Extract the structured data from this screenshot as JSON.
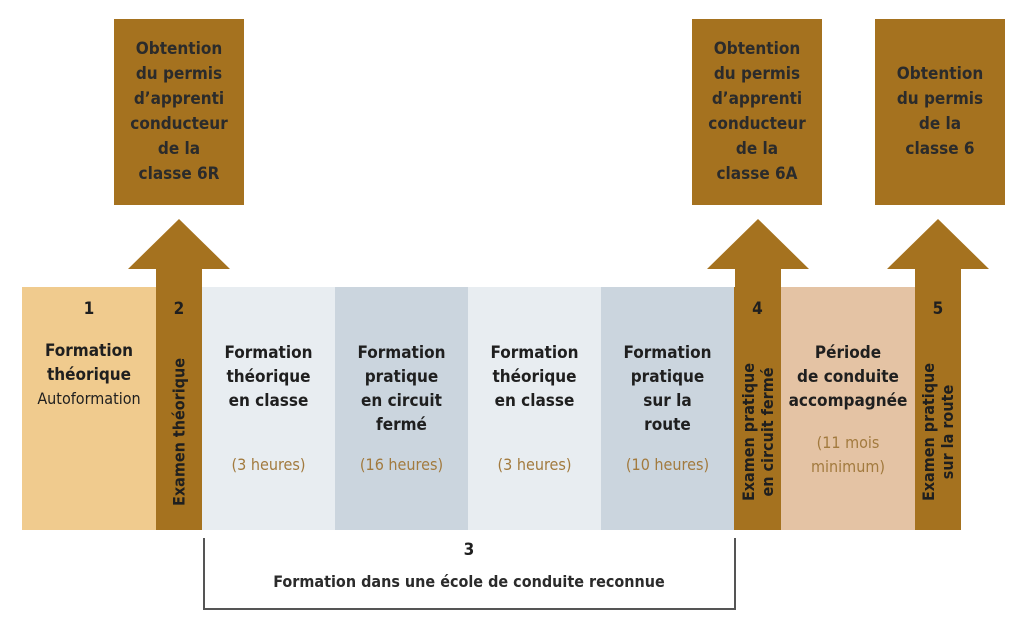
{
  "outcomes": {
    "o1": "Obtention\ndu permis\nd’apprenti\nconducteur\nde la\nclasse 6R",
    "o2": "Obtention\ndu permis\nd’apprenti\nconducteur\nde la\nclasse 6A",
    "o3": "Obtention\ndu permis\nde la\nclasse 6"
  },
  "steps": {
    "s1": {
      "number": "1",
      "title": "Formation\nthéorique",
      "subtitle": "Autoformation"
    },
    "s2": {
      "number": "2",
      "label": "Examen théorique"
    },
    "s4": {
      "number": "4",
      "label": "Examen pratique\nen circuit fermé"
    },
    "s5": {
      "number": "5",
      "label": "Examen pratique\nsur la route"
    },
    "p": {
      "title": "Période\nde conduite\naccompagnée",
      "duration": "(11 mois\nminimum)"
    }
  },
  "school": {
    "number": "3",
    "label": "Formation dans une école de conduite reconnue",
    "segments": [
      {
        "title": "Formation\nthéorique\nen classe",
        "duration": "(3 heures)"
      },
      {
        "title": "Formation\npratique\nen circuit\nfermé",
        "duration": "(16 heures)"
      },
      {
        "title": "Formation\nthéorique\nen classe",
        "duration": "(3 heures)"
      },
      {
        "title": "Formation\npratique\nsur la\nroute",
        "duration": "(10 heures)"
      }
    ]
  },
  "colors": {
    "brown": "#a5721f",
    "step1_bg": "#f0cb8e",
    "light_seg": "#e8edf1",
    "dark_seg": "#cbd5de",
    "period_bg": "#e4c3a4",
    "duration_text": "#a27a3e"
  }
}
